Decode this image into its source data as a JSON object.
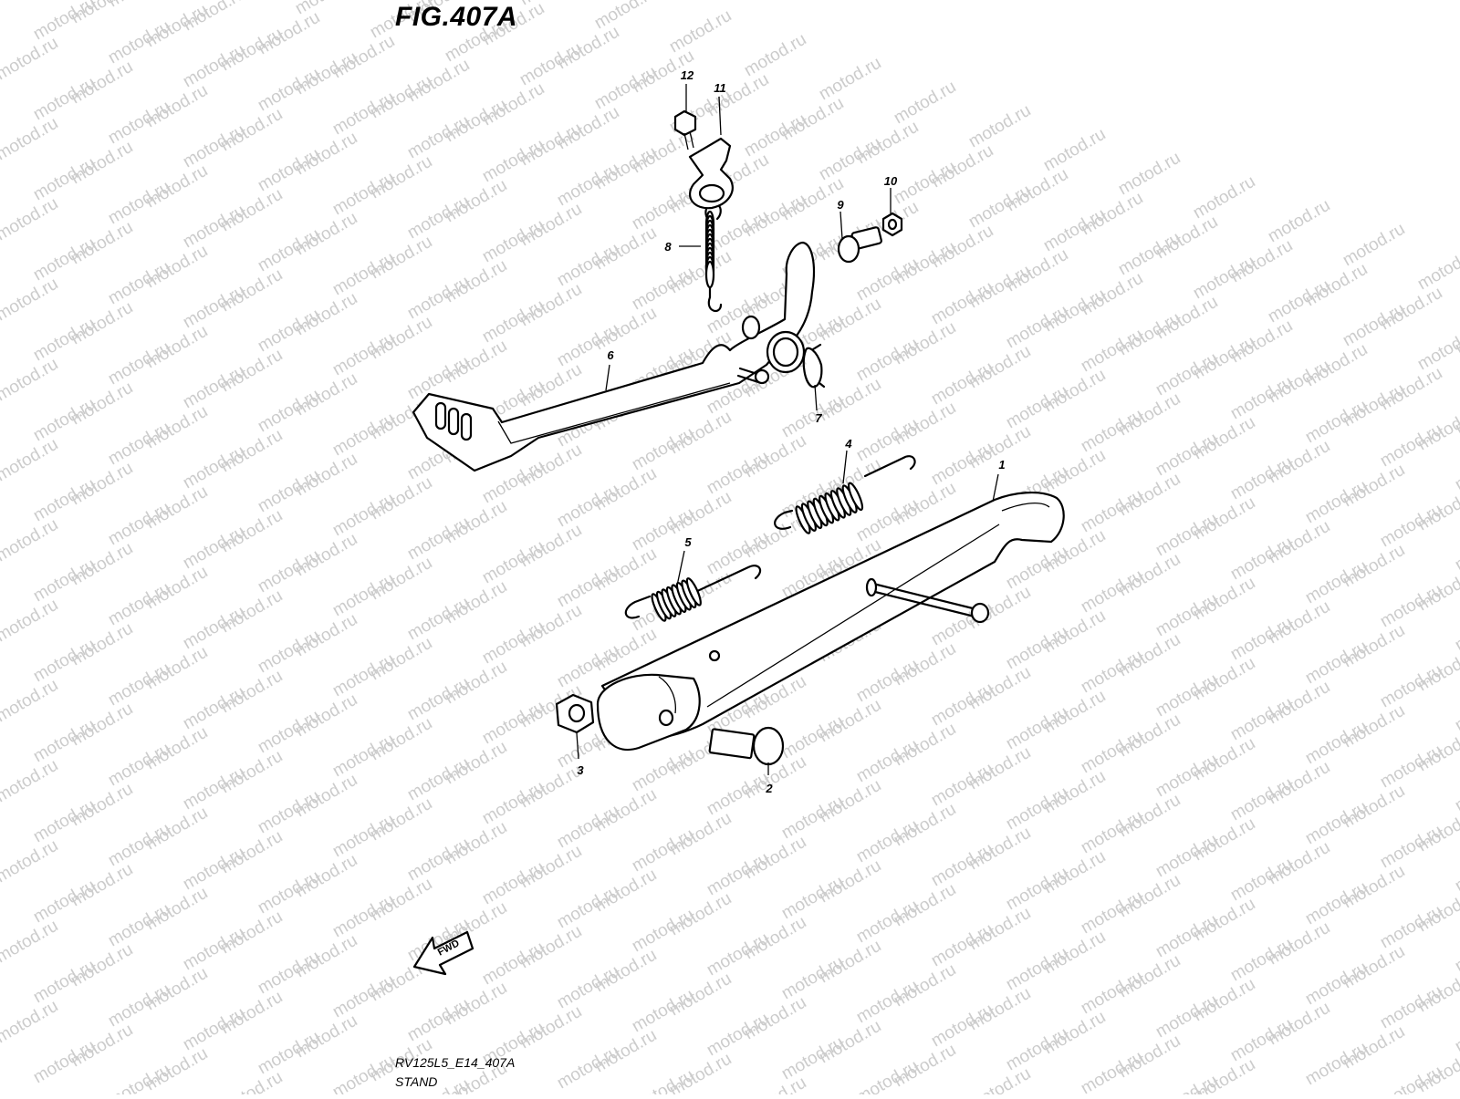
{
  "figure": {
    "title": "FIG.407A",
    "code": "RV125L5_E14_407A",
    "name": "STAND"
  },
  "watermark": {
    "text": "motod.ru",
    "color": "#cccccc"
  },
  "arrow": {
    "label": "FWD"
  },
  "callouts": [
    "1",
    "2",
    "3",
    "4",
    "5",
    "6",
    "7",
    "8",
    "9",
    "10",
    "11",
    "12"
  ]
}
